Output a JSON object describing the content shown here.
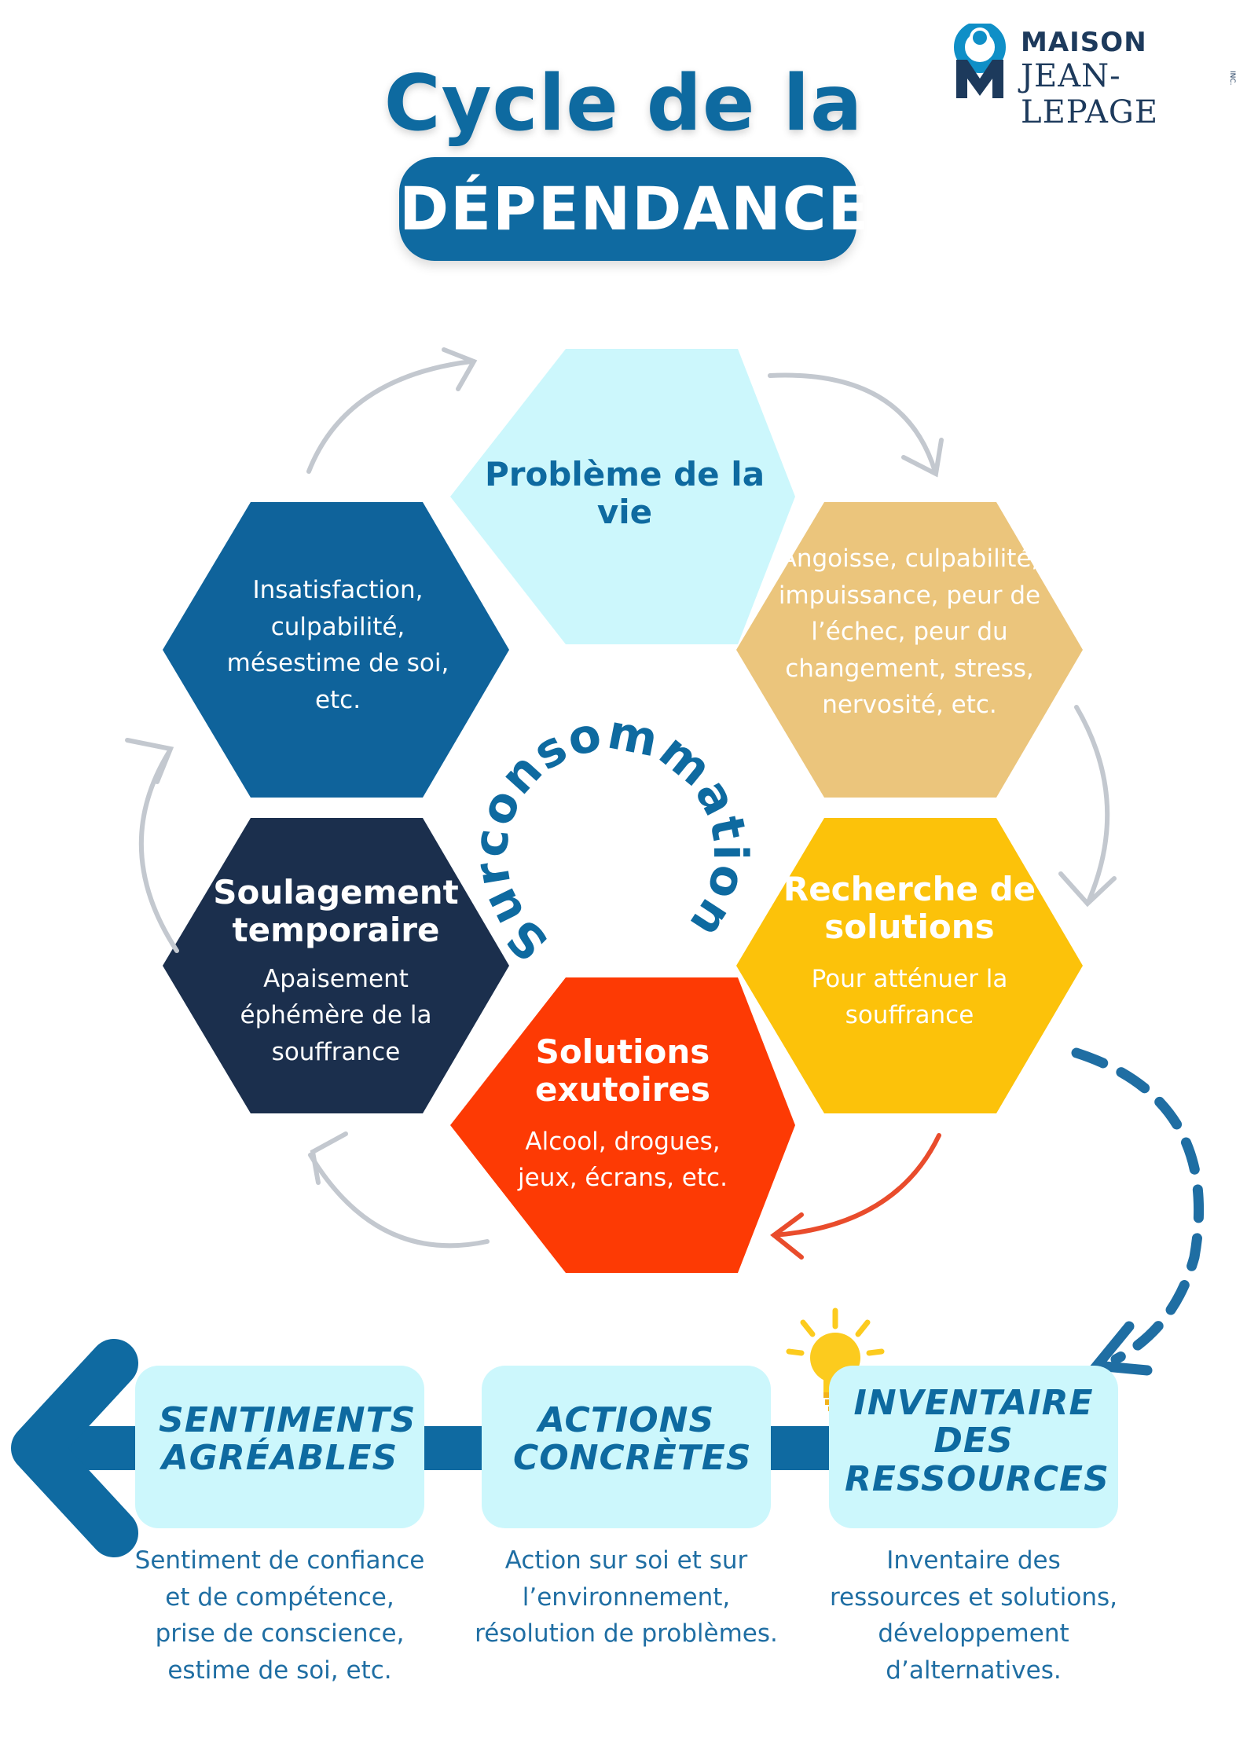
{
  "title": {
    "line1": "Cycle de la",
    "line2": "DÉPENDANCE"
  },
  "logo": {
    "word1": "MAISON",
    "word2": "JEAN-LEPAGE",
    "suffix": "INC."
  },
  "center_label": "Surconsommation",
  "hexagons": [
    {
      "id": "probleme",
      "title": "Problème de la vie",
      "body": "",
      "color": "#ccf7fc",
      "text_color": "#0e6aa0"
    },
    {
      "id": "angoisse",
      "title": "",
      "body": "Angoisse, culpabilité, impuissance, peur de l’échec, peur du changement, stress, nervosité, etc.",
      "color": "#ebc57c",
      "text_color": "#ffffff"
    },
    {
      "id": "recherche",
      "title": "Recherche de solutions",
      "body": "Pour atténuer la souffrance",
      "color": "#fcc20a",
      "text_color": "#ffffff"
    },
    {
      "id": "exutoires",
      "title": "Solutions exutoires",
      "body": "Alcool, drogues, jeux, écrans, etc.",
      "color": "#fd3a04",
      "text_color": "#ffffff"
    },
    {
      "id": "soulagement",
      "title": "Soulagement temporaire",
      "body": "Apaisement éphémère de la souffrance",
      "color": "#1b2f4d",
      "text_color": "#ffffff"
    },
    {
      "id": "insatisfaction",
      "title": "",
      "body": "Insatisfaction, culpabilité, mésestime de soi, etc.",
      "color": "#0f639b",
      "text_color": "#ffffff"
    }
  ],
  "steps": [
    {
      "id": "inventaire",
      "title": "INVENTAIRE DES RESSOURCES",
      "desc": "Inventaire des ressources et solutions, développement d’alternatives."
    },
    {
      "id": "actions",
      "title": "ACTIONS CONCRÈTES",
      "desc": "Action sur soi et sur l’environnement, résolution de problèmes."
    },
    {
      "id": "sentiments",
      "title": "SENTIMENTS AGRÉABLES",
      "desc": "Sentiment de confiance et de compétence, prise de conscience, estime de soi, etc."
    }
  ],
  "colors": {
    "primary": "#0f6aa1",
    "arrow_gray": "#c3c8cf",
    "arrow_red": "#e94c2c",
    "box_bg": "#ccf7fc",
    "bulb": "#fccb1e"
  }
}
